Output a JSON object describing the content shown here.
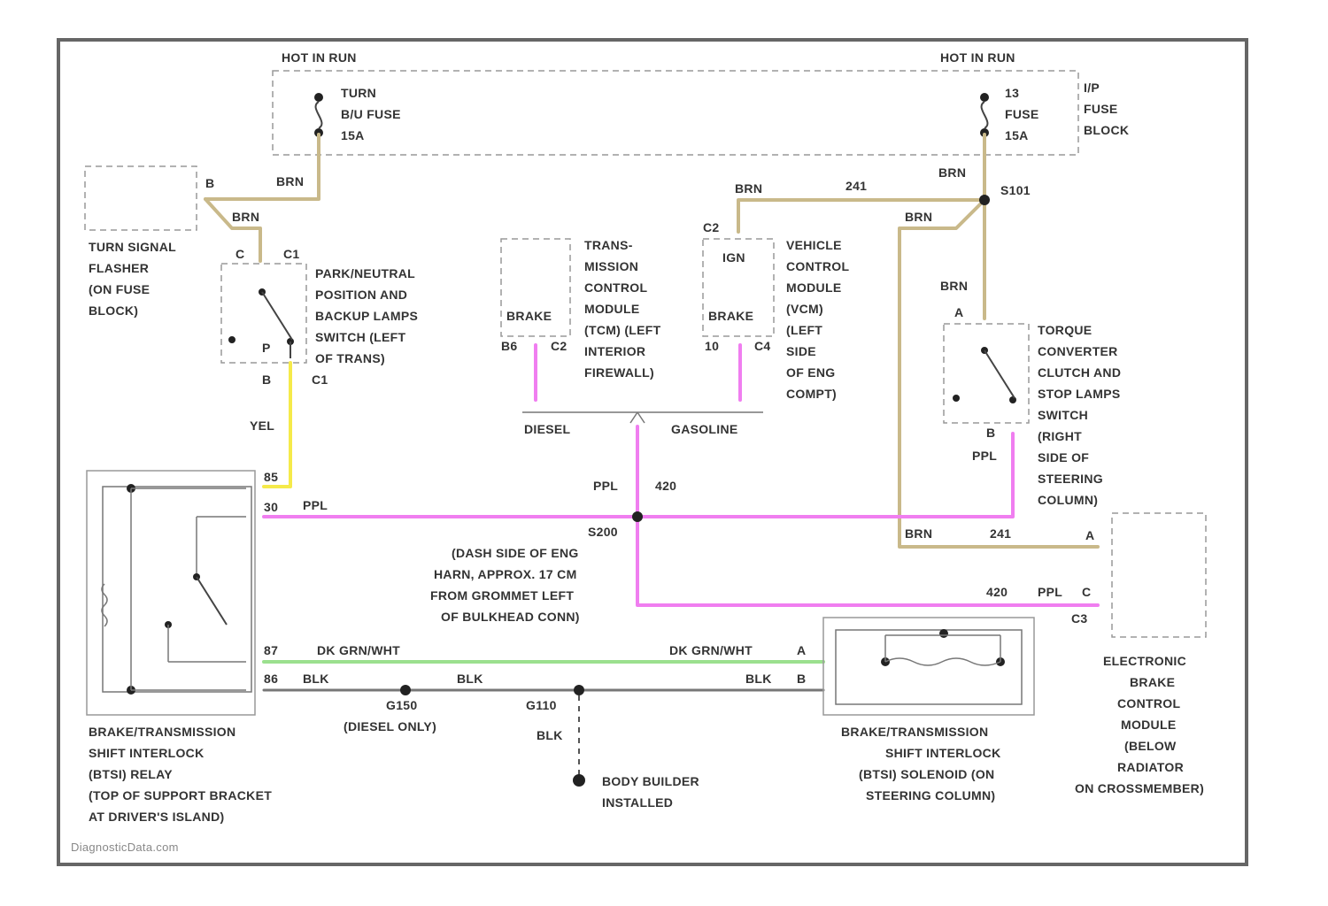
{
  "colors": {
    "brn": "#c9b98a",
    "ppl": "#f07ef0",
    "yel": "#f5ea4a",
    "dkgrnwht": "#9be08e",
    "blk": "#777777"
  },
  "fuse_block": {
    "hot_label_left": "HOT IN RUN",
    "hot_label_right": "HOT IN RUN",
    "fuse_left": [
      "TURN",
      "B/U FUSE",
      "15A"
    ],
    "fuse_right": [
      "13",
      "FUSE",
      "15A"
    ],
    "block_label": [
      "I/P",
      "FUSE",
      "BLOCK"
    ]
  },
  "turn_flasher": {
    "pin": "B",
    "label": [
      "TURN SIGNAL",
      "FLASHER",
      "(ON FUSE",
      "BLOCK)"
    ]
  },
  "wires": {
    "brn_1": "BRN",
    "brn_2": "BRN",
    "brn_3": "BRN",
    "brn_4": "BRN",
    "brn_5": "BRN",
    "brn_6": "BRN",
    "brn_7": "BRN",
    "brn_8": "BRN",
    "yel": "YEL",
    "ppl_1": "PPL",
    "ppl_2": "PPL",
    "ppl_3": "PPL",
    "ppl_4": "PPL",
    "dkgrn_1": "DK GRN/WHT",
    "dkgrn_2": "DK GRN/WHT",
    "blk_1": "BLK",
    "blk_2": "BLK",
    "blk_3": "BLK",
    "blk_4": "BLK",
    "circuit_420_a": "420",
    "circuit_420_b": "420",
    "circuit_241_a": "241",
    "circuit_241_b": "241"
  },
  "splices": {
    "s101": "S101",
    "s200": "S200",
    "s200_note": [
      "(DASH SIDE OF ENG",
      "HARN, APPROX. 17 CM",
      "FROM GROMMET LEFT",
      "OF BULKHEAD CONN)"
    ],
    "g150": "G150",
    "g150_note": "(DIESEL ONLY)",
    "g110": "G110"
  },
  "pnp_switch": {
    "pins": {
      "c": "C",
      "c1_top": "C1",
      "b": "B",
      "c1_bot": "C1",
      "p": "P"
    },
    "label": [
      "PARK/NEUTRAL",
      "POSITION AND",
      "BACKUP LAMPS",
      "SWITCH (LEFT",
      "OF TRANS)"
    ]
  },
  "tcm": {
    "inner": "BRAKE",
    "pins": [
      "B6",
      "C2"
    ],
    "label": [
      "TRANS-",
      "MISSION",
      "CONTROL",
      "MODULE",
      "(TCM) (LEFT",
      "INTERIOR",
      "FIREWALL)"
    ]
  },
  "vcm": {
    "pin_top": "C2",
    "inner_top": "IGN",
    "inner": "BRAKE",
    "pins": [
      "10",
      "C4"
    ],
    "label": [
      "VEHICLE",
      "CONTROL",
      "MODULE",
      "(VCM)",
      "(LEFT",
      "SIDE",
      "OF ENG",
      "COMPT)"
    ]
  },
  "branch": {
    "diesel": "DIESEL",
    "gasoline": "GASOLINE"
  },
  "tcc_switch": {
    "pins": {
      "a": "A",
      "b": "B"
    },
    "label": [
      "TORQUE",
      "CONVERTER",
      "CLUTCH AND",
      "STOP LAMPS",
      "SWITCH",
      "(RIGHT",
      "SIDE OF",
      "STEERING",
      "COLUMN)"
    ]
  },
  "bts_relay": {
    "pins": [
      "85",
      "30",
      "87",
      "86"
    ],
    "label": [
      "BRAKE/TRANSMISSION",
      "SHIFT INTERLOCK",
      "(BTSI) RELAY",
      "(TOP OF SUPPORT BRACKET",
      "AT DRIVER'S ISLAND)"
    ]
  },
  "bts_solenoid": {
    "pins": [
      "A",
      "B"
    ],
    "label": [
      "BRAKE/TRANSMISSION",
      "SHIFT INTERLOCK",
      "(BTSI) SOLENOID (ON",
      "STEERING COLUMN)"
    ]
  },
  "ebcm": {
    "pins": [
      "A",
      "C",
      "C3"
    ],
    "label": [
      "ELECTRONIC",
      "BRAKE",
      "CONTROL",
      "MODULE",
      "(BELOW",
      "RADIATOR",
      "ON CROSSMEMBER)"
    ]
  },
  "ground": {
    "label": [
      "BODY BUILDER",
      "INSTALLED"
    ]
  },
  "watermark": "DiagnosticData.com"
}
